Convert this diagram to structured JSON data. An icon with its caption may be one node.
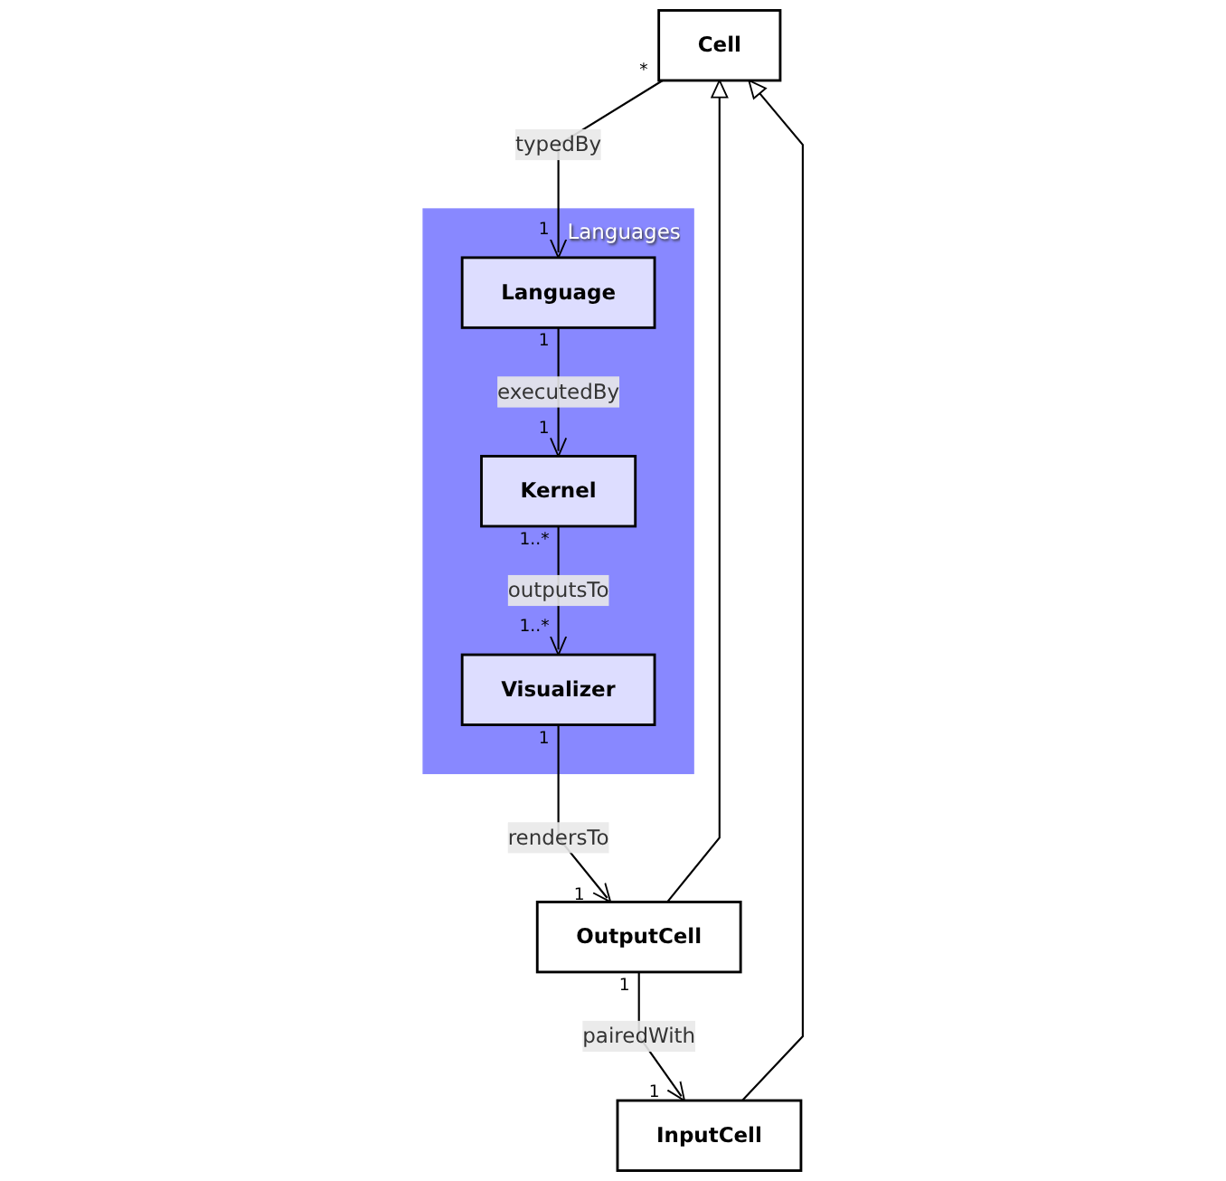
{
  "diagram": {
    "nodes": [
      {
        "text": [
          "Cell"
        ]
      },
      {
        "text": [
          "InputCell"
        ]
      },
      {
        "text": [
          "OutputCell"
        ]
      },
      {
        "text": [
          "Languages"
        ]
      },
      {
        "text": [
          "Language"
        ],
        "in": 3
      },
      {
        "text": [
          "Kernel"
        ],
        "in": 3
      },
      {
        "text": [
          "Visualizer"
        ],
        "in": 3
      }
    ],
    "edges": [
      {
        "from": 0,
        "to": 4,
        "arrow": "to",
        "label": "typedBy"
      },
      {
        "from": 4,
        "to": 5,
        "arrow": "to",
        "label": "executedBy"
      },
      {
        "from": 5,
        "to": 6,
        "arrow": "to",
        "label": "outputsTo"
      },
      {
        "from": 2,
        "to": 1,
        "arrow": "to",
        "label": "pairedWith"
      },
      {
        "from": 6,
        "to": 2,
        "arrow": "to",
        "label": "rendersTo"
      },
      {
        "from": 1,
        "to": 0,
        "arrow": "to"
      },
      {
        "from": 2,
        "to": 0,
        "arrow": "to"
      }
    ],
    "labels": [
      "*",
      "1",
      "1",
      "1",
      "1",
      "1",
      "1",
      "1",
      "1..*",
      "1..*"
    ]
  }
}
